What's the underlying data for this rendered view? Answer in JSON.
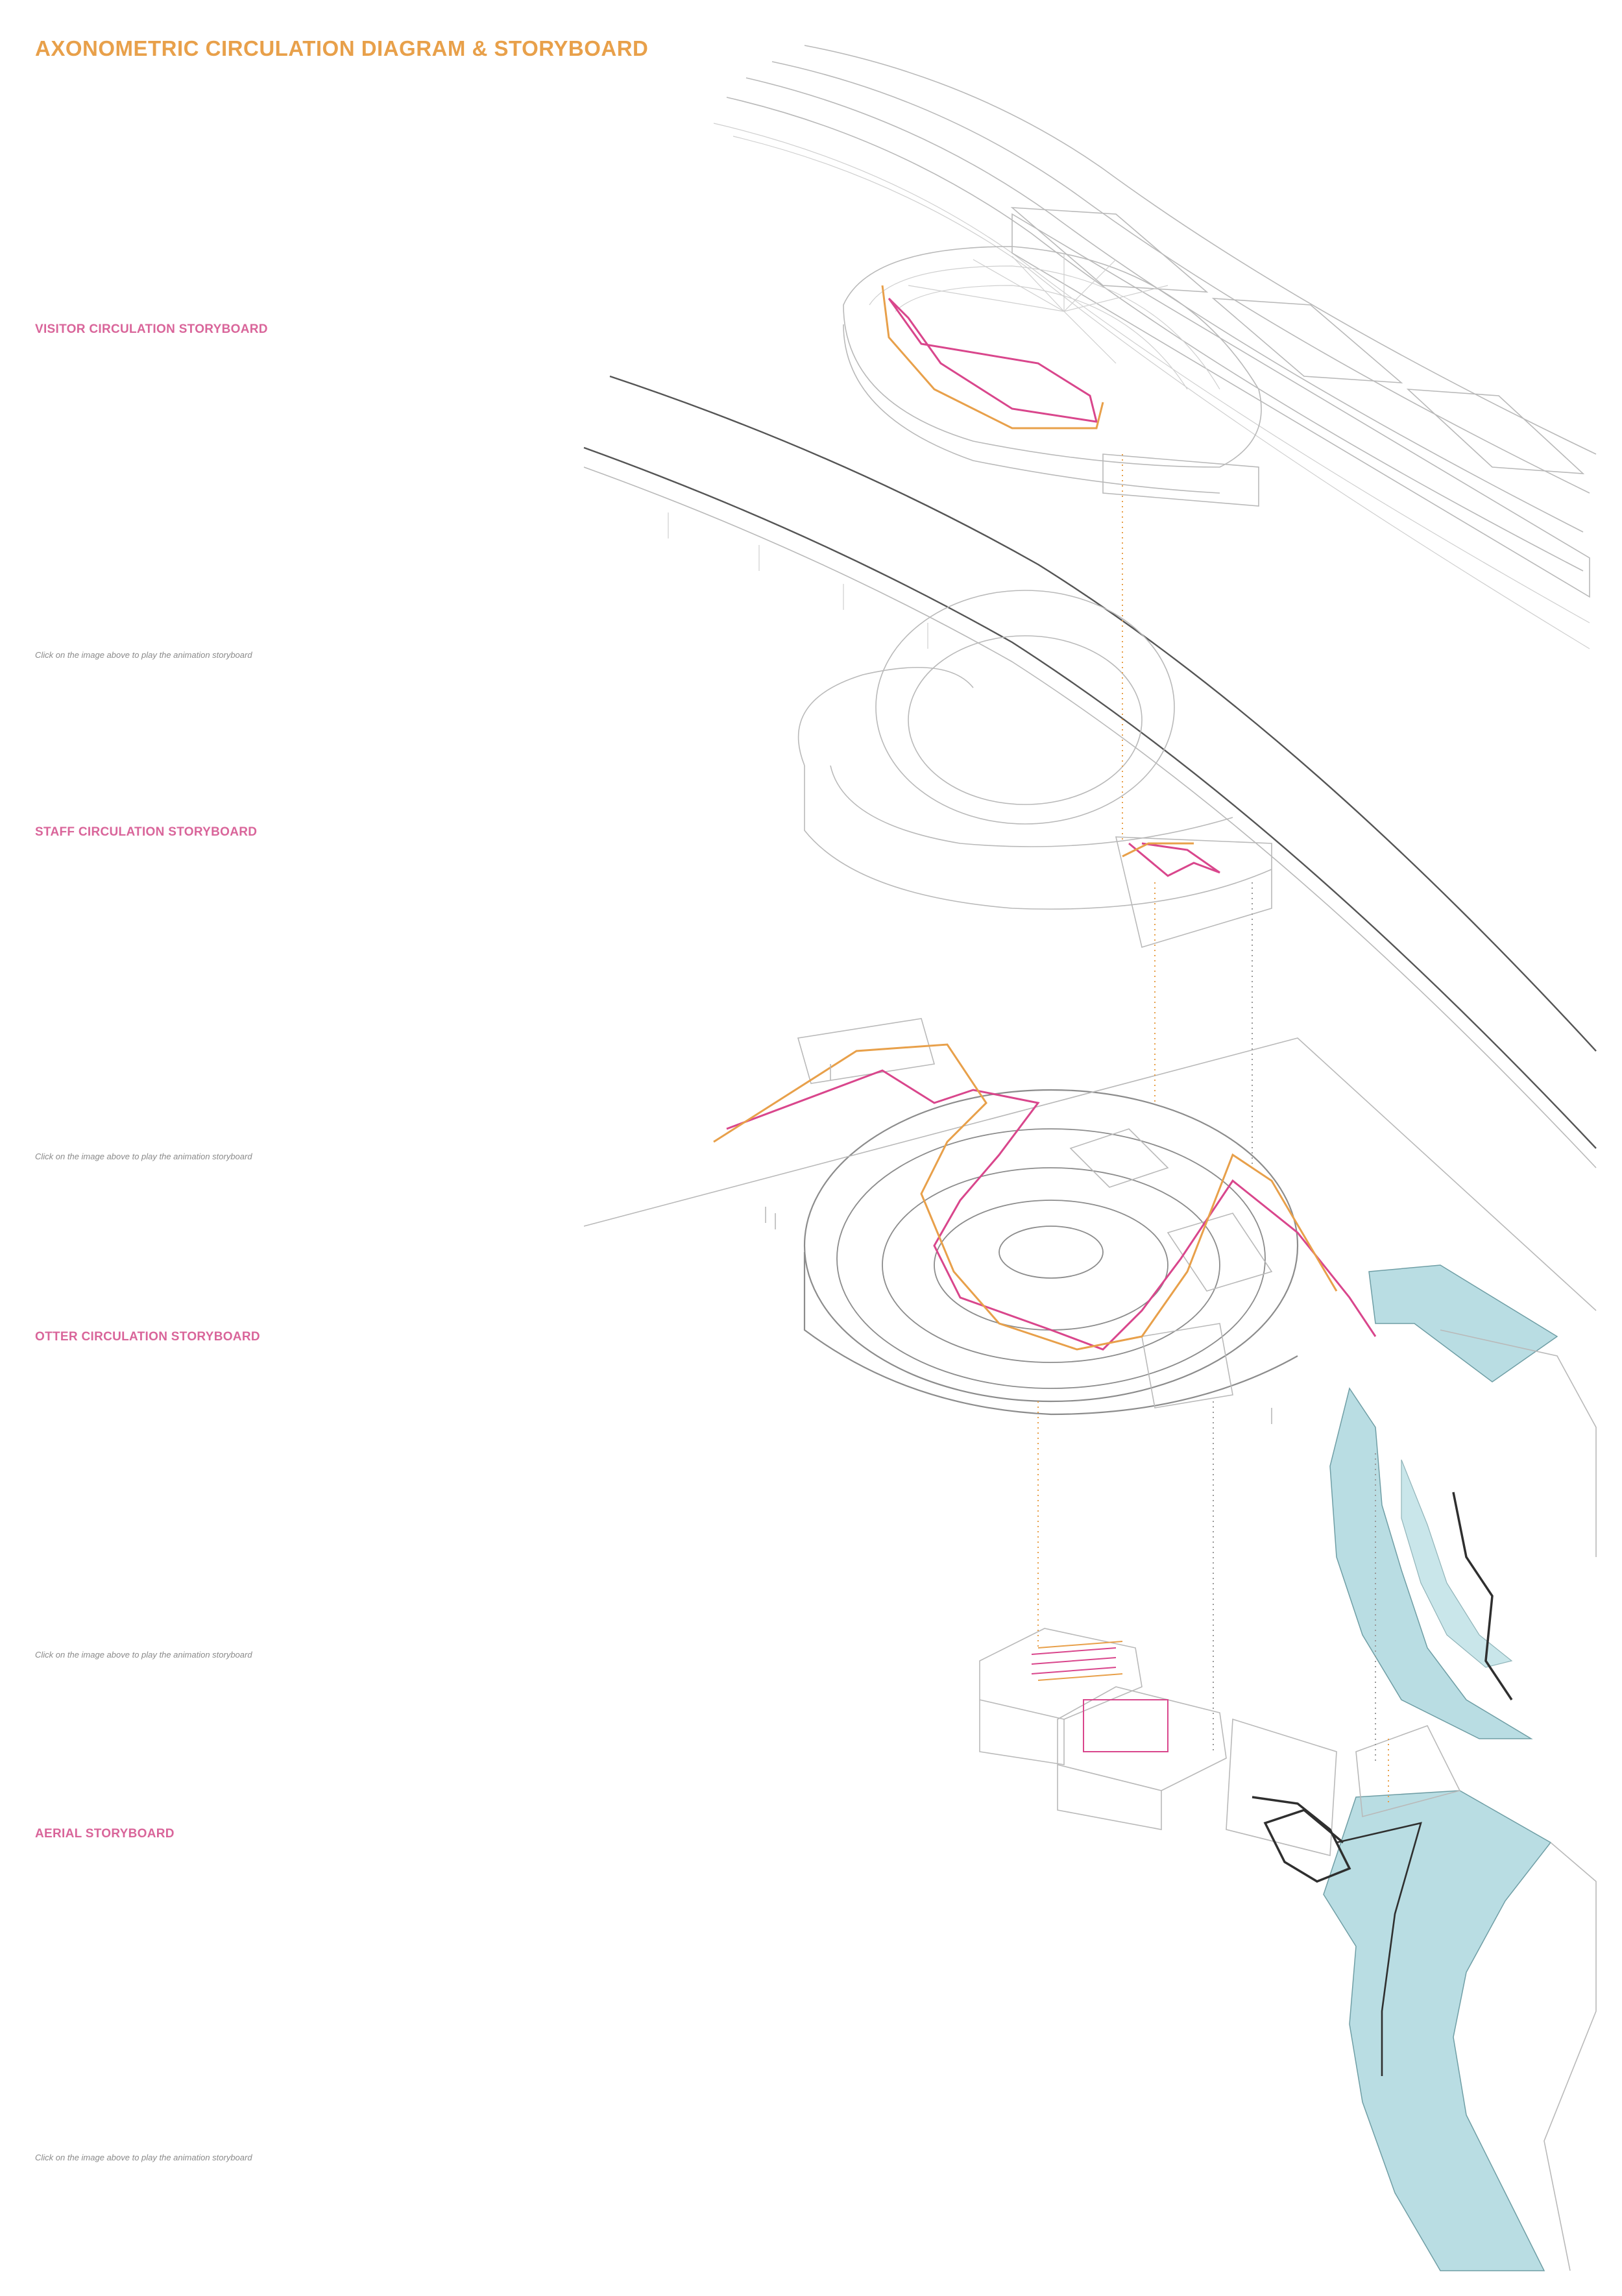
{
  "page": {
    "title": "AXONOMETRIC CIRCULATION DIAGRAM & STORYBOARD"
  },
  "sections": [
    {
      "label": "VISITOR CIRCULATION STORYBOARD",
      "caption": "Click on the image above to play the animation storyboard"
    },
    {
      "label": "STAFF CIRCULATION STORYBOARD",
      "caption": "Click on the image above to play the animation storyboard"
    },
    {
      "label": "OTTER CIRCULATION STORYBOARD",
      "caption": "Click on the image above to play the animation storyboard"
    },
    {
      "label": "AERIAL STORYBOARD",
      "caption": "Click on the image above to play the animation storyboard"
    }
  ],
  "colors": {
    "title": "#e8a04a",
    "section_label": "#d9659a",
    "caption": "#8a8a8a",
    "visitor_path": "#e8a04a",
    "staff_path": "#d9468c",
    "water": "#b9dde3",
    "otter_path": "#2f2f2f"
  }
}
